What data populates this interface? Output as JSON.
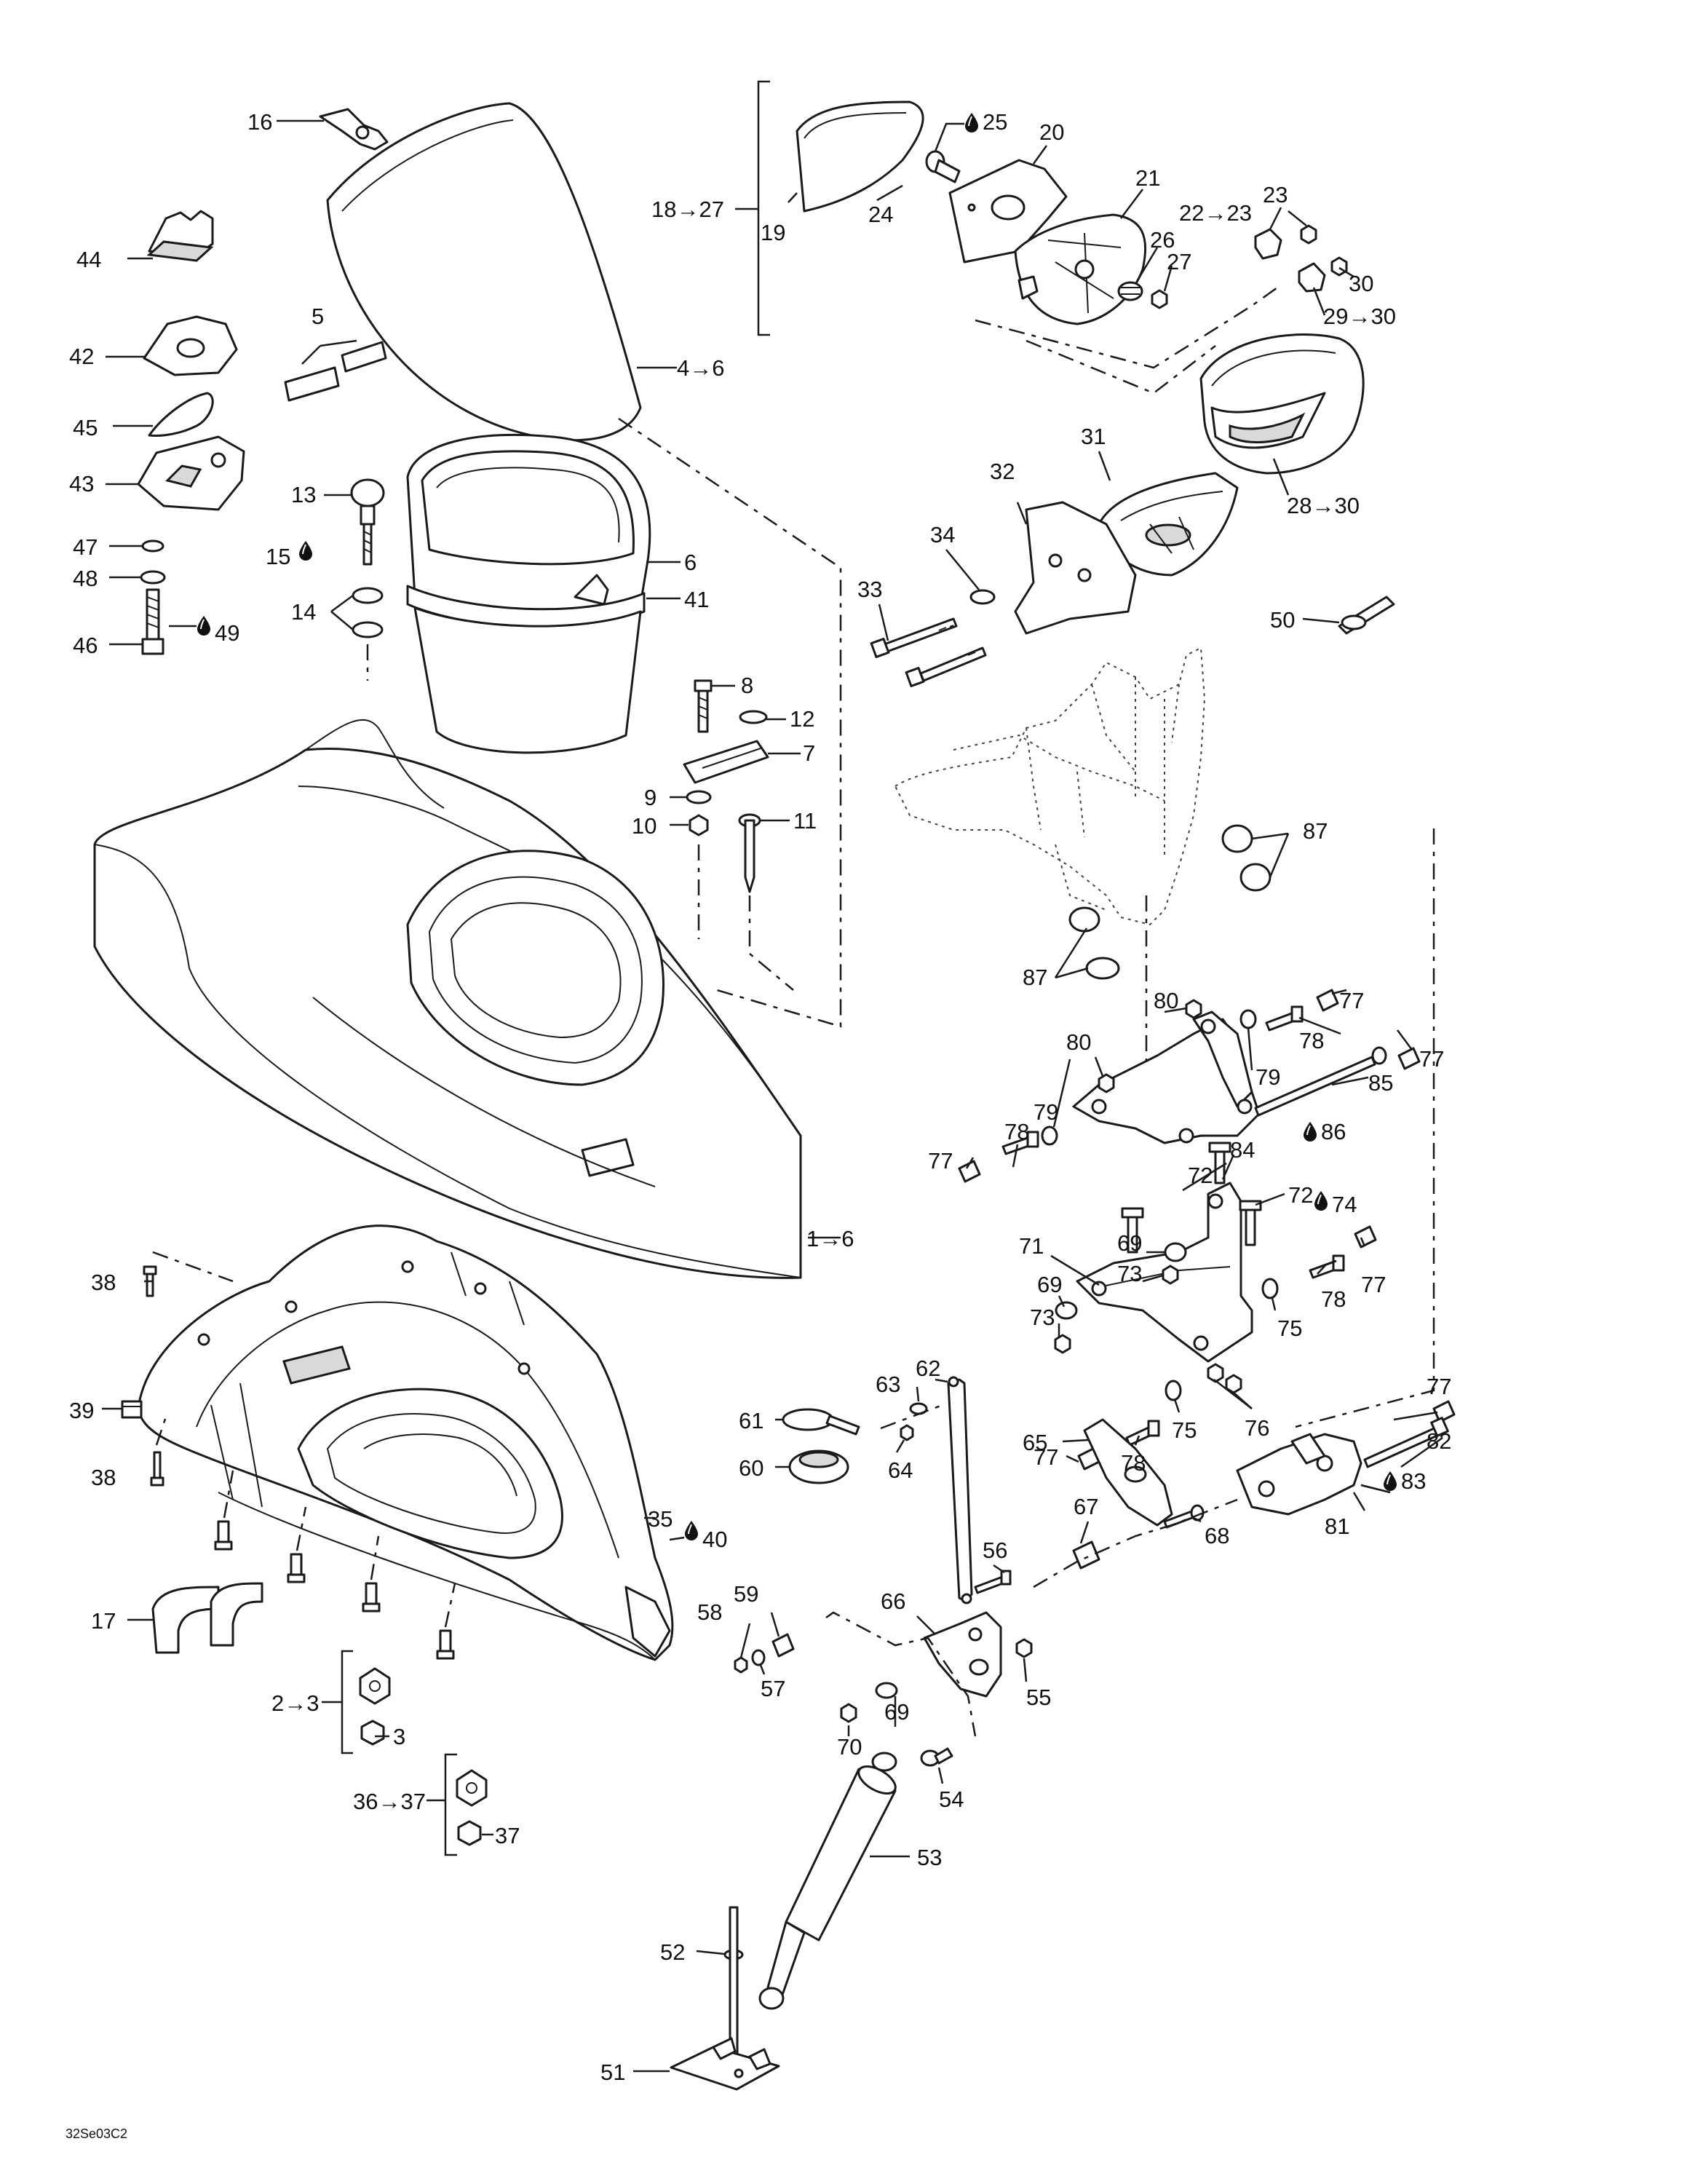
{
  "figure_code": "32Se03C2",
  "labels": {
    "l1_6": "1→6",
    "l2_3": "2→3",
    "l3": "3",
    "l4_6": "4→6",
    "l5": "5",
    "l6": "6",
    "l7": "7",
    "l8": "8",
    "l9": "9",
    "l10": "10",
    "l11": "11",
    "l12": "12",
    "l13": "13",
    "l14": "14",
    "l15": "15",
    "l16": "16",
    "l17": "17",
    "l18_27": "18→27",
    "l19": "19",
    "l20": "20",
    "l21": "21",
    "l22_23": "22→23",
    "l23": "23",
    "l24": "24",
    "l25": "25",
    "l26": "26",
    "l27": "27",
    "l28_30": "28→30",
    "l29_30": "29→30",
    "l30": "30",
    "l31": "31",
    "l32": "32",
    "l33": "33",
    "l34": "34",
    "l35": "35",
    "l36_37": "36→37",
    "l37": "37",
    "l38a": "38",
    "l38b": "38",
    "l39": "39",
    "l40": "40",
    "l41": "41",
    "l42": "42",
    "l43": "43",
    "l44": "44",
    "l45": "45",
    "l46": "46",
    "l47": "47",
    "l48": "48",
    "l49": "49",
    "l50": "50",
    "l51": "51",
    "l52": "52",
    "l53": "53",
    "l54": "54",
    "l55": "55",
    "l56": "56",
    "l57": "57",
    "l58": "58",
    "l59": "59",
    "l60": "60",
    "l61": "61",
    "l62": "62",
    "l63": "63",
    "l64": "64",
    "l65": "65",
    "l66": "66",
    "l67": "67",
    "l68": "68",
    "l69a": "69",
    "l69b": "69",
    "l69c": "69",
    "l70": "70",
    "l71": "71",
    "l72a": "72",
    "l72b": "72",
    "l73a": "73",
    "l73b": "73",
    "l74": "74",
    "l75a": "75",
    "l75b": "75",
    "l76": "76",
    "l77a": "77",
    "l77b": "77",
    "l77c": "77",
    "l77d": "77",
    "l77e": "77",
    "l77f": "77",
    "l78a": "78",
    "l78b": "78",
    "l78c": "78",
    "l78d": "78",
    "l79a": "79",
    "l79b": "79",
    "l80a": "80",
    "l80b": "80",
    "l81": "81",
    "l82": "82",
    "l83": "83",
    "l84": "84",
    "l85": "85",
    "l86": "86",
    "l87a": "87",
    "l87b": "87"
  }
}
